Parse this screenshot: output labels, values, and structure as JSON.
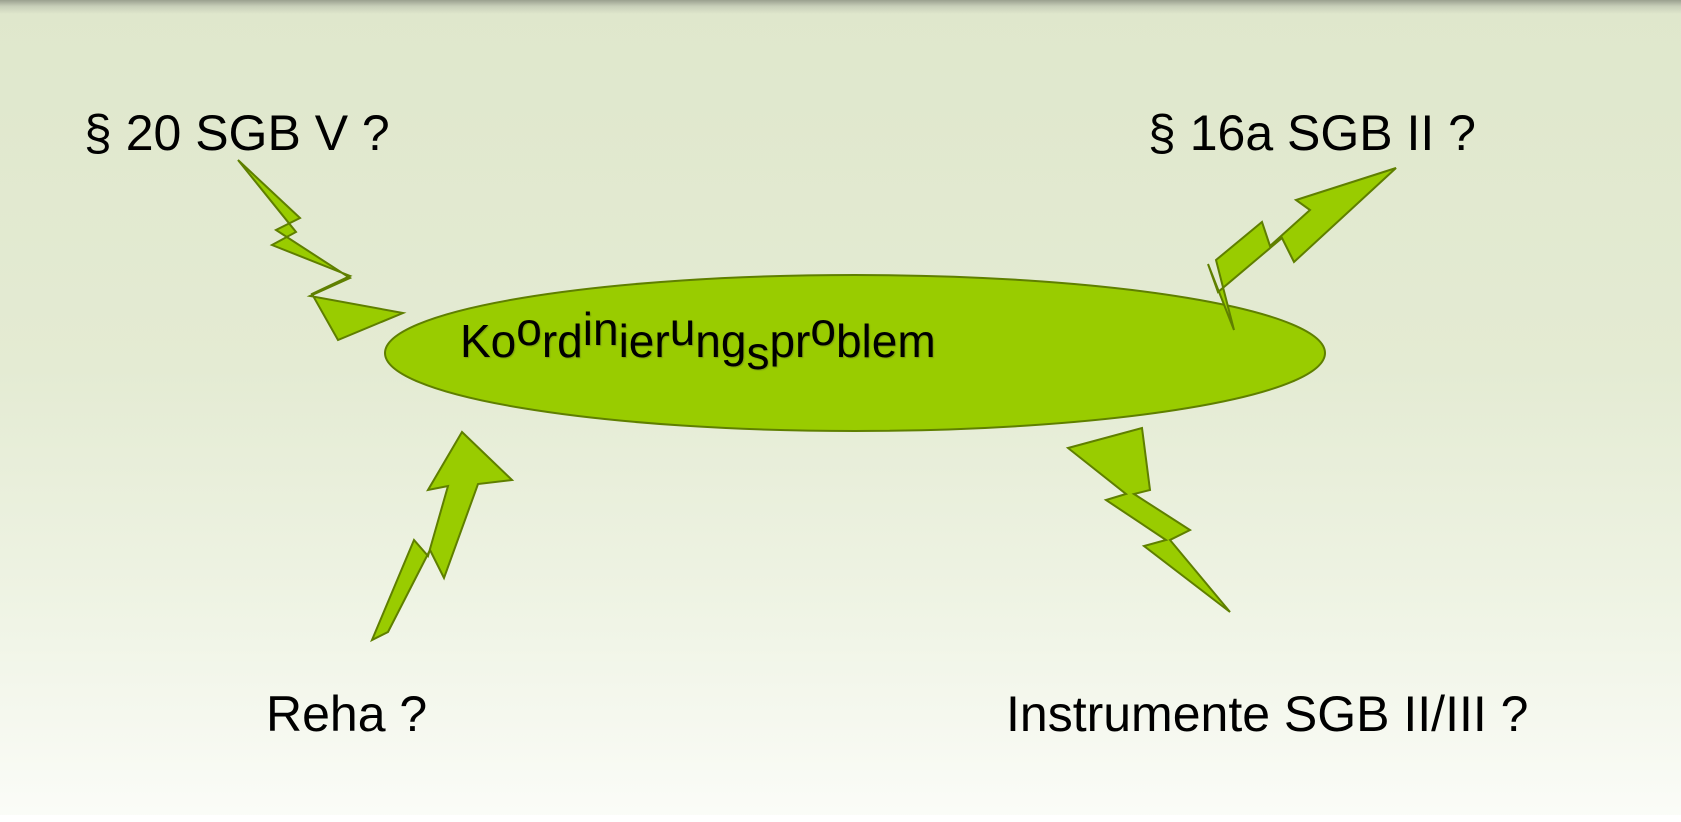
{
  "labels": {
    "top_left": "§ 20 SGB V ?",
    "top_right": "§ 16a SGB II ?",
    "bottom_left": "Reha ?",
    "bottom_right": "Instrumente SGB II/III ?"
  },
  "center": {
    "segments": [
      {
        "text": "Ko",
        "shift": "base"
      },
      {
        "text": "o",
        "shift": "up"
      },
      {
        "text": "rd",
        "shift": "base"
      },
      {
        "text": "in",
        "shift": "up"
      },
      {
        "text": "ier",
        "shift": "base"
      },
      {
        "text": "u",
        "shift": "up"
      },
      {
        "text": "ng",
        "shift": "base"
      },
      {
        "text": "s",
        "shift": "down"
      },
      {
        "text": "pr",
        "shift": "base"
      },
      {
        "text": "o",
        "shift": "up"
      },
      {
        "text": "blem",
        "shift": "base"
      }
    ]
  },
  "colors": {
    "shape_fill": "#99cc00",
    "shape_stroke": "#5f7f00",
    "text": "#000000"
  },
  "icons": [
    "lightning-bolt-icon"
  ]
}
